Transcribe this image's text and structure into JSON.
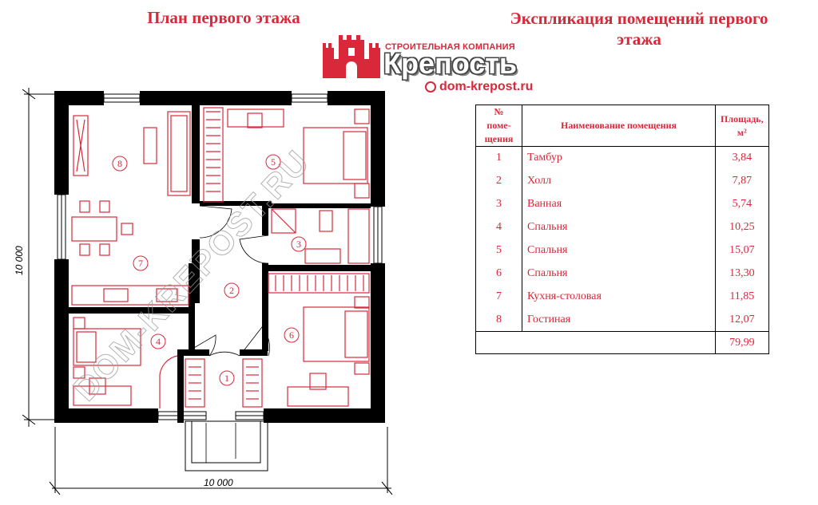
{
  "titles": {
    "plan": "План первого этажа",
    "explication": "Экспликация помещений первого этажа"
  },
  "logo": {
    "company": "СТРОИТЕЛЬНАЯ КОМПАНИЯ",
    "name": "Крепость",
    "website": "dom-krepost.ru",
    "icon": "castle-icon",
    "globe_icon": "globe-icon"
  },
  "watermark": "DOM-KREPOST.RU",
  "dimensions": {
    "width": "10 000",
    "height": "10 000"
  },
  "table": {
    "headers": {
      "number": "№ поме-щения",
      "name": "Наименование помещения",
      "area": "Площадь, м²"
    },
    "rows": [
      {
        "number": "1",
        "name": "Тамбур",
        "area": "3,84"
      },
      {
        "number": "2",
        "name": "Холл",
        "area": "7,87"
      },
      {
        "number": "3",
        "name": "Ванная",
        "area": "5,74"
      },
      {
        "number": "4",
        "name": "Спальня",
        "area": "10,25"
      },
      {
        "number": "5",
        "name": "Спальня",
        "area": "15,07"
      },
      {
        "number": "6",
        "name": "Спальня",
        "area": "13,30"
      },
      {
        "number": "7",
        "name": "Кухня-столовая",
        "area": "11,85"
      },
      {
        "number": "8",
        "name": "Гостиная",
        "area": "12,07"
      }
    ],
    "total": "79,99"
  },
  "room_labels": [
    "1",
    "2",
    "3",
    "4",
    "5",
    "6",
    "7",
    "8"
  ],
  "colors": {
    "accent": "#d8283a",
    "wall": "#000000"
  }
}
